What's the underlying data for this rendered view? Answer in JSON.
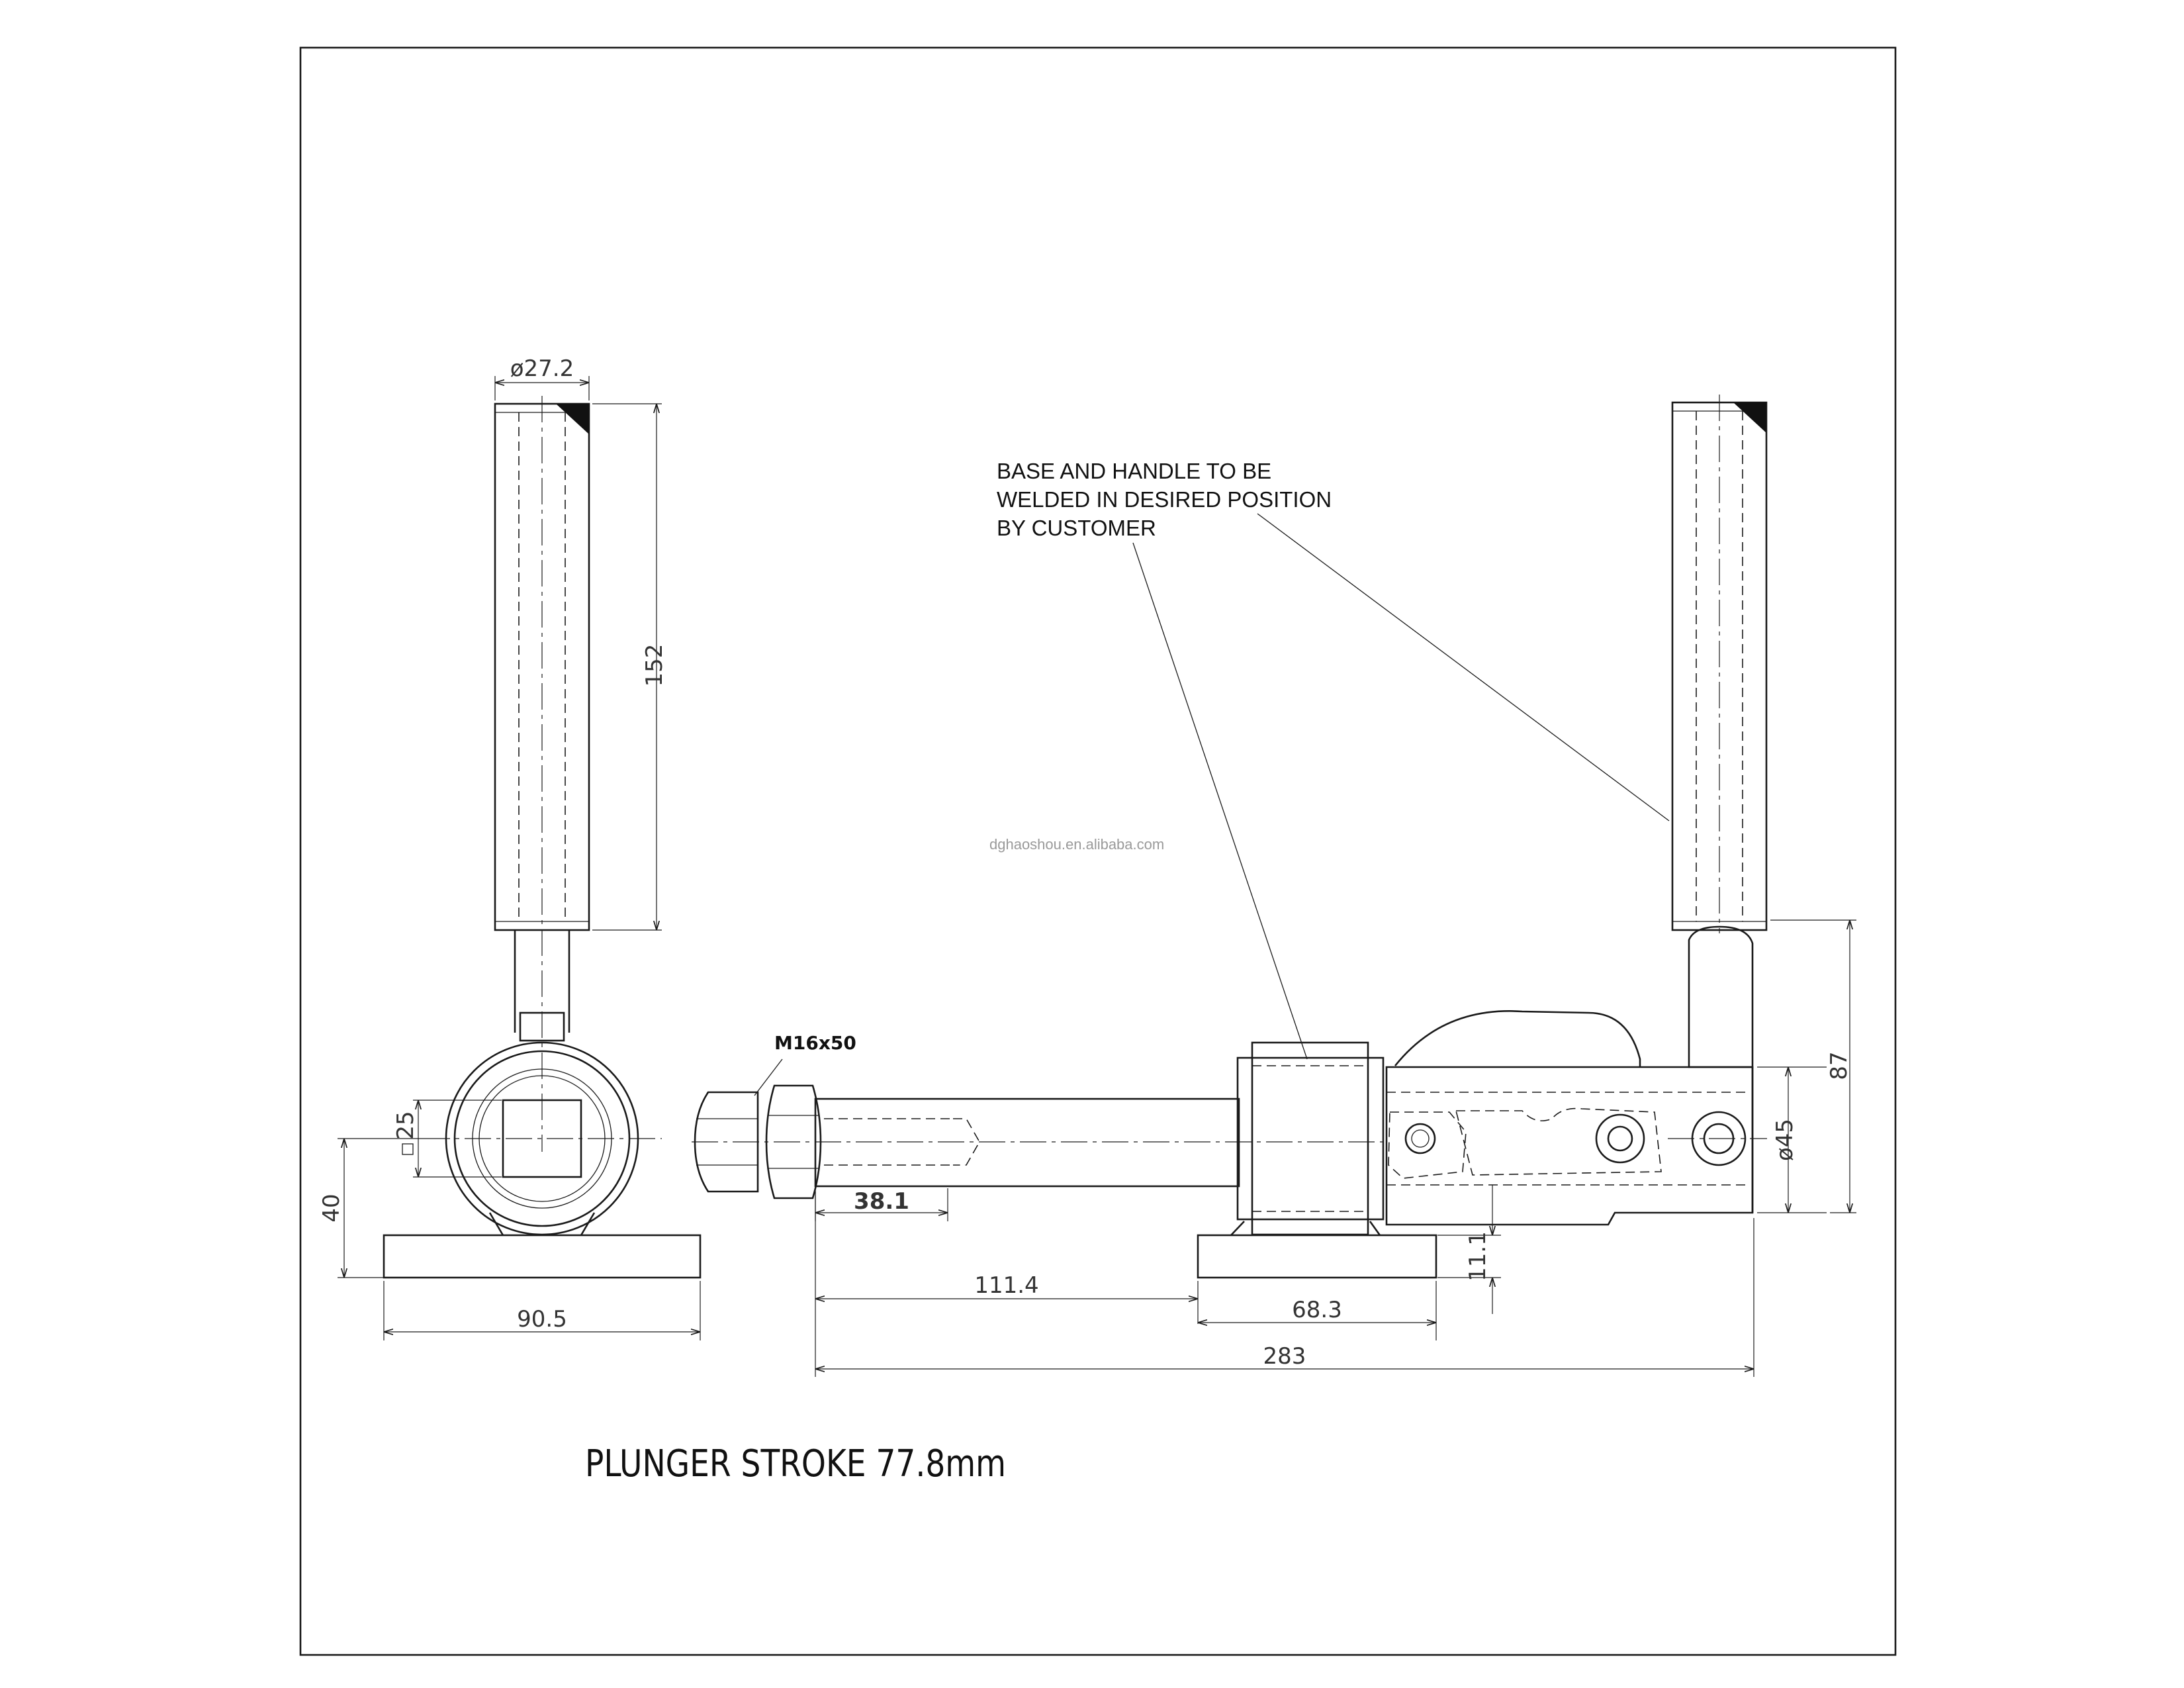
{
  "note": {
    "lines": [
      "BASE AND HANDLE TO BE",
      "WELDED IN DESIRED POSITION",
      "BY CUSTOMER"
    ]
  },
  "thread_label": "M16x50",
  "caption": "PLUNGER STROKE 77.8mm",
  "watermark": "dghaoshou.en.alibaba.com",
  "dimensions": {
    "handle_dia": "ø27.2",
    "handle_len": "152",
    "square": "25",
    "height": "40",
    "base_width": "90.5",
    "thread_len": "38.1",
    "offset": "111.4",
    "base_len": "68.3",
    "total_len": "283",
    "base_thk": "11.1",
    "body_dia": "ø45",
    "handle_height": "87"
  }
}
